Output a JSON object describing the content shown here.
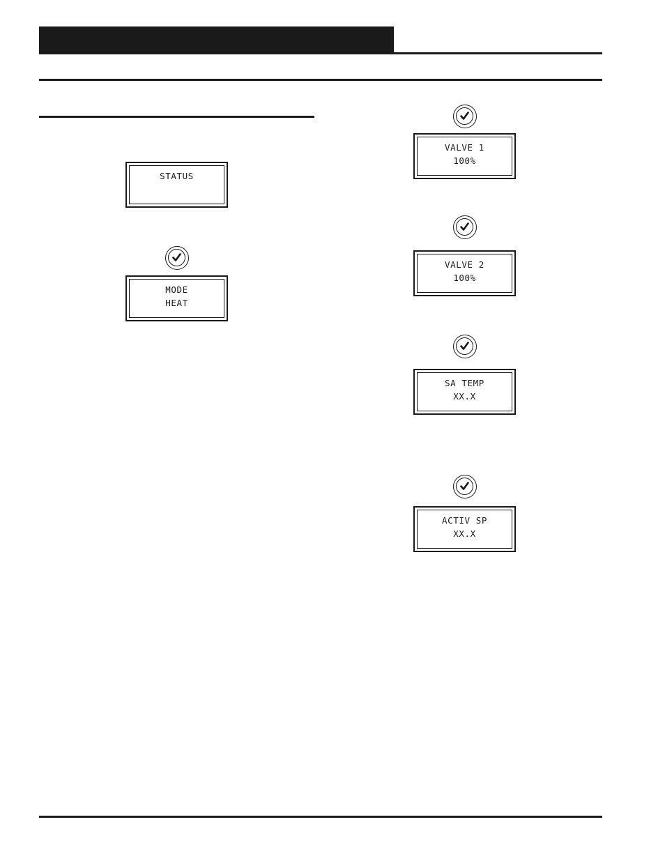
{
  "colors": {
    "ink": "#1a1a1a",
    "paper": "#ffffff"
  },
  "icons": {
    "step_button": "check-icon"
  },
  "displays": {
    "status": {
      "line1": "STATUS",
      "line2": ""
    },
    "mode": {
      "line1": "MODE",
      "line2": "HEAT"
    },
    "valve1": {
      "line1": "VALVE 1",
      "line2": "100%"
    },
    "valve2": {
      "line1": "VALVE 2",
      "line2": "100%"
    },
    "sa_temp": {
      "line1": "SA TEMP",
      "line2": "XX.X"
    },
    "activ_sp": {
      "line1": "ACTIV SP",
      "line2": "XX.X"
    }
  }
}
